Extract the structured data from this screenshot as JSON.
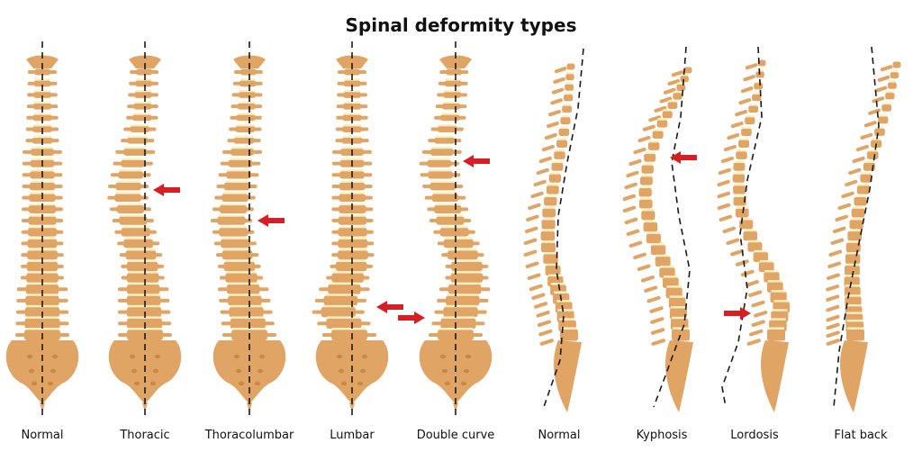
{
  "title": "Spinal deformity types",
  "labels": {
    "normal_front": "Normal",
    "thoracic": "Thoracic",
    "thoracolumbar": "Thoracolumbar",
    "lumbar": "Lumbar",
    "double_curve": "Double curve",
    "normal_side": "Normal",
    "kyphosis": "Kyphosis",
    "lordosis": "Lordosis",
    "flat_back": "Flat back"
  },
  "colors": {
    "bone": "#E0A464",
    "bone_dark": "#C98848",
    "disc": "#FBEFC6",
    "arrow": "#D61E24",
    "axis": "#1a1a1a"
  }
}
